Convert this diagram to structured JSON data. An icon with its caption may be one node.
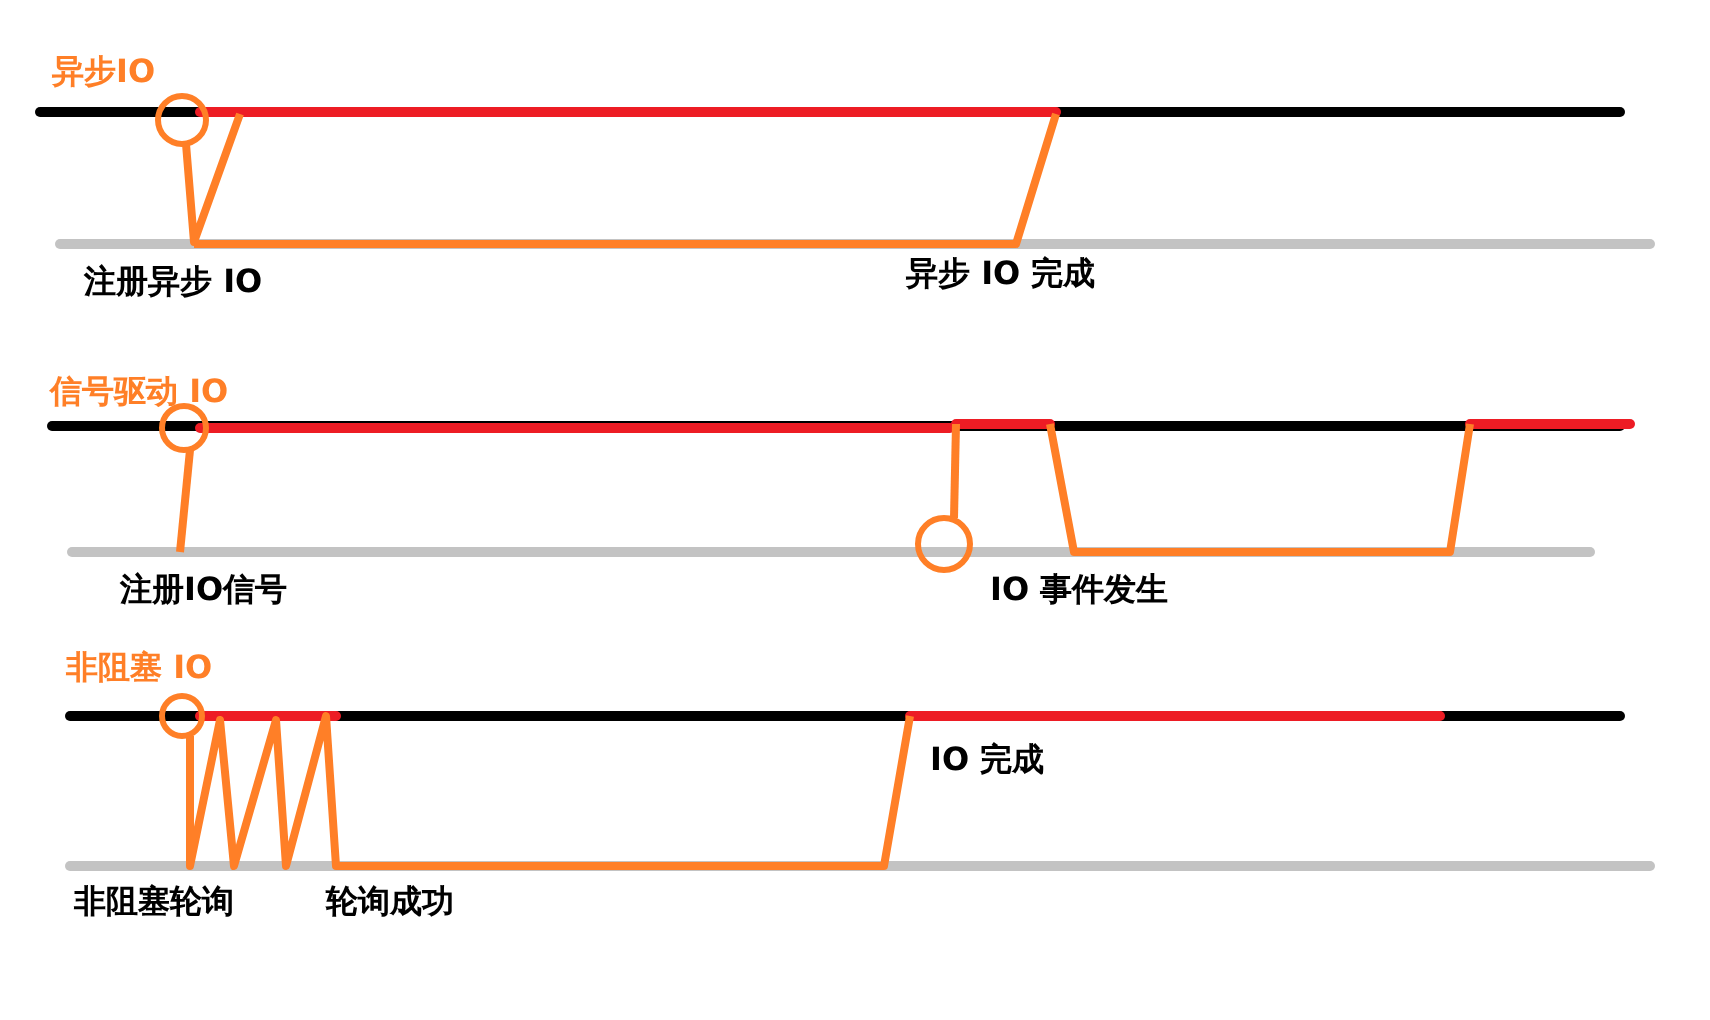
{
  "diagram": {
    "labels": [
      "异步IO",
      "注册异步 IO",
      "异步 IO 完成",
      "信号驱动 IO",
      "注册IO信号",
      "IO 事件发生",
      "非阻塞 IO",
      "IO 完成",
      "非阻塞轮询",
      "轮询成功"
    ]
  }
}
